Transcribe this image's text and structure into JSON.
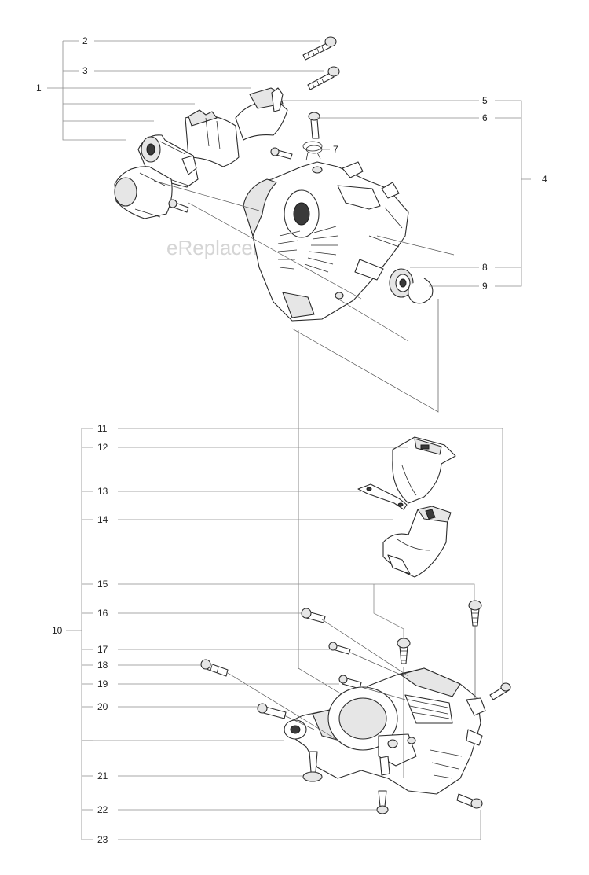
{
  "watermark": "eReplacementParts.com",
  "callouts": {
    "c1": "1",
    "c2": "2",
    "c3": "3",
    "c4": "4",
    "c5": "5",
    "c6": "6",
    "c7": "7",
    "c8": "8",
    "c9": "9",
    "c10": "10",
    "c11": "11",
    "c12": "12",
    "c13": "13",
    "c14": "14",
    "c15": "15",
    "c16": "16",
    "c17": "17",
    "c18": "18",
    "c19": "19",
    "c20": "20",
    "c21": "21",
    "c22": "22",
    "c23": "23"
  }
}
